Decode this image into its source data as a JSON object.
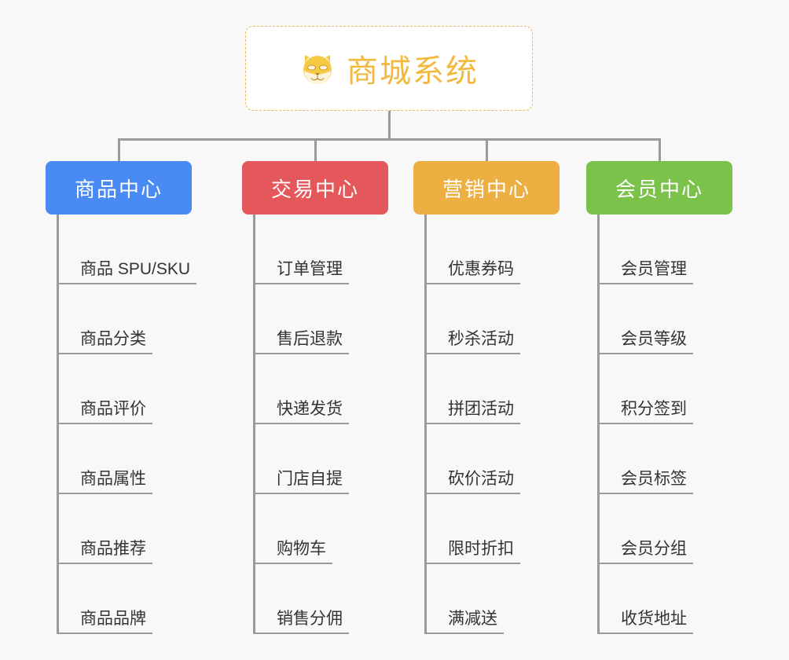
{
  "background_color": "#f8f8f8",
  "root": {
    "title": "商城系统",
    "icon": "shiba-inu-dog-face-emoji",
    "emoji": "🐕",
    "text_color": "#f2b93e",
    "border_color": "#e9b95c",
    "background_color": "#ffffff"
  },
  "connector_color": "#9a9a9a",
  "columns": [
    {
      "id": "product-center",
      "label": "商品中心",
      "color": "#4a8af4",
      "items": [
        {
          "label": "商品 SPU/SKU"
        },
        {
          "label": "商品分类"
        },
        {
          "label": "商品评价"
        },
        {
          "label": "商品属性"
        },
        {
          "label": "商品推荐"
        },
        {
          "label": "商品品牌"
        }
      ]
    },
    {
      "id": "trade-center",
      "label": "交易中心",
      "color": "#e4575a",
      "items": [
        {
          "label": "订单管理"
        },
        {
          "label": "售后退款"
        },
        {
          "label": "快递发货"
        },
        {
          "label": "门店自提"
        },
        {
          "label": "购物车"
        },
        {
          "label": "销售分佣"
        }
      ]
    },
    {
      "id": "marketing-center",
      "label": "营销中心",
      "color": "#eeaf42",
      "items": [
        {
          "label": "优惠券码"
        },
        {
          "label": "秒杀活动"
        },
        {
          "label": "拼团活动"
        },
        {
          "label": "砍价活动"
        },
        {
          "label": "限时折扣"
        },
        {
          "label": "满减送"
        }
      ]
    },
    {
      "id": "member-center",
      "label": "会员中心",
      "color": "#7bc24a",
      "items": [
        {
          "label": "会员管理"
        },
        {
          "label": "会员等级"
        },
        {
          "label": "积分签到"
        },
        {
          "label": "会员标签"
        },
        {
          "label": "会员分组"
        },
        {
          "label": "收货地址"
        }
      ]
    }
  ]
}
